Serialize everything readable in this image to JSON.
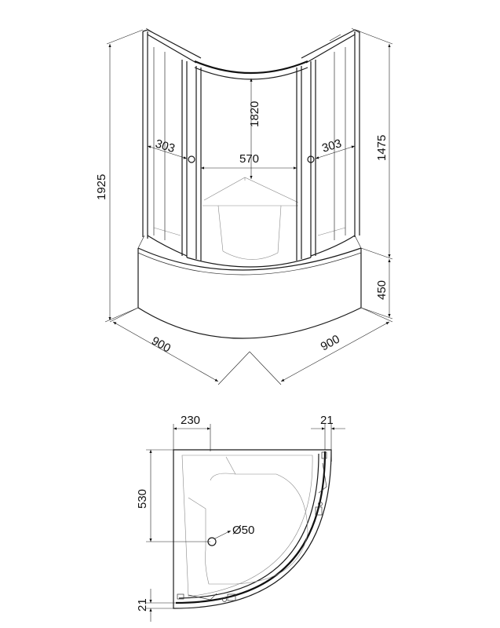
{
  "perspective_view": {
    "total_height": "1925",
    "door_height": "1820",
    "door_top_height": "1475",
    "tray_height": "450",
    "opening_width": "570",
    "left_panel_width": "303",
    "right_panel_width": "303",
    "left_depth": "900",
    "right_depth": "900"
  },
  "plan_view": {
    "corner_offset_x": "230",
    "corner_offset_y": "530",
    "glass_offset_right": "21",
    "glass_offset_bottom": "21",
    "drain_diameter": "Ø50"
  },
  "colors": {
    "line": "#1a1a1a",
    "background": "#ffffff"
  }
}
